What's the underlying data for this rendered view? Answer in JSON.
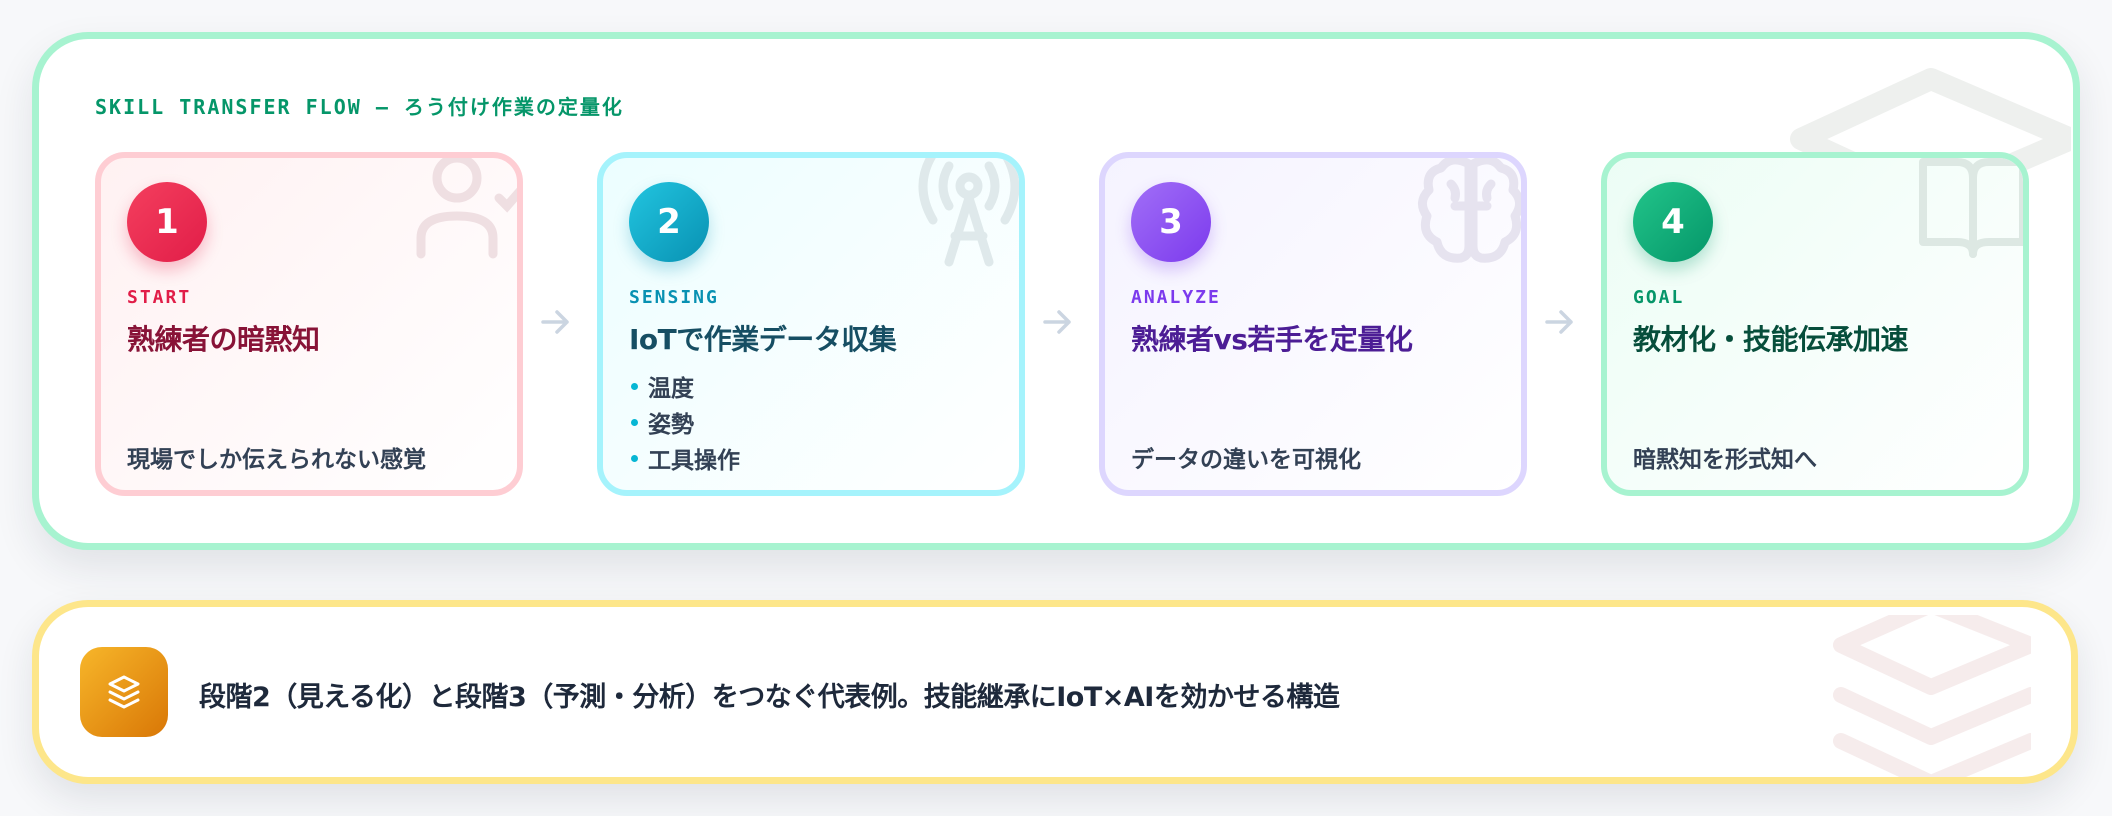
{
  "flow": {
    "title": "SKILL TRANSFER FLOW – ろう付け作業の定量化",
    "steps": [
      {
        "number": "1",
        "tag": "START",
        "title": "熟練者の暗黙知",
        "description": "現場でしか伝えられない感覚",
        "icon": "user-check-icon",
        "accent": "#e11d48"
      },
      {
        "number": "2",
        "tag": "SENSING",
        "title": "IoTで作業データ収集",
        "items": [
          "温度",
          "姿勢",
          "工具操作"
        ],
        "icon": "antenna-icon",
        "accent": "#0891b2"
      },
      {
        "number": "3",
        "tag": "ANALYZE",
        "title": "熟練者vs若手を定量化",
        "description": "データの違いを可視化",
        "icon": "brain-icon",
        "accent": "#7c3aed"
      },
      {
        "number": "4",
        "tag": "GOAL",
        "title": "教材化・技能伝承加速",
        "description": "暗黙知を形式知へ",
        "icon": "book-open-icon",
        "accent": "#059669"
      }
    ],
    "background_icon": "graduation-cap-icon"
  },
  "summary": {
    "icon": "layers-icon",
    "text": "段階2（見える化）と段階3（予測・分析）をつなぐ代表例。技能継承にIoT×AIを効かせる構造",
    "accent": "#d97706"
  }
}
